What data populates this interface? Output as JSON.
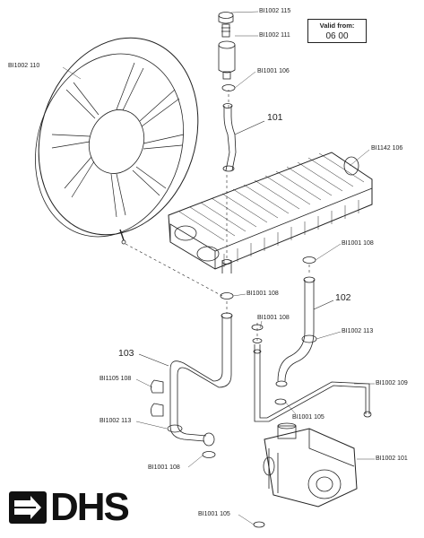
{
  "valid_from": {
    "title": "Valid from:",
    "date": "06 00"
  },
  "brand": {
    "logo_text": "DHS",
    "logo_icon": "arrow-chevron-icon"
  },
  "group_labels": {
    "g101": "101",
    "g102": "102",
    "g103": "103"
  },
  "part_labels": {
    "bi1002_115": "BI1002 115",
    "bi1002_111": "BI1002 111",
    "bi1001_106": "BI1001 106",
    "bi1002_110": "BI1002 110",
    "bi1142_106": "BI1142 106",
    "bi1001_108_a": "BI1001 108",
    "bi1001_108_b": "BI1001 108",
    "bi1001_108_c": "BI1001 108",
    "bi1002_113_a": "BI1002 113",
    "bi1105_108": "BI1105 108",
    "bi1002_113_b": "BI1002 113",
    "bi1002_109": "BI1002 109",
    "bi1001_105_a": "BI1001 105",
    "bi1002_101": "BI1002 101",
    "bi1001_108_d": "BI1001 108",
    "bi1001_105_b": "BI1001 105"
  },
  "colors": {
    "line": "#222222",
    "logo": "#111111"
  }
}
